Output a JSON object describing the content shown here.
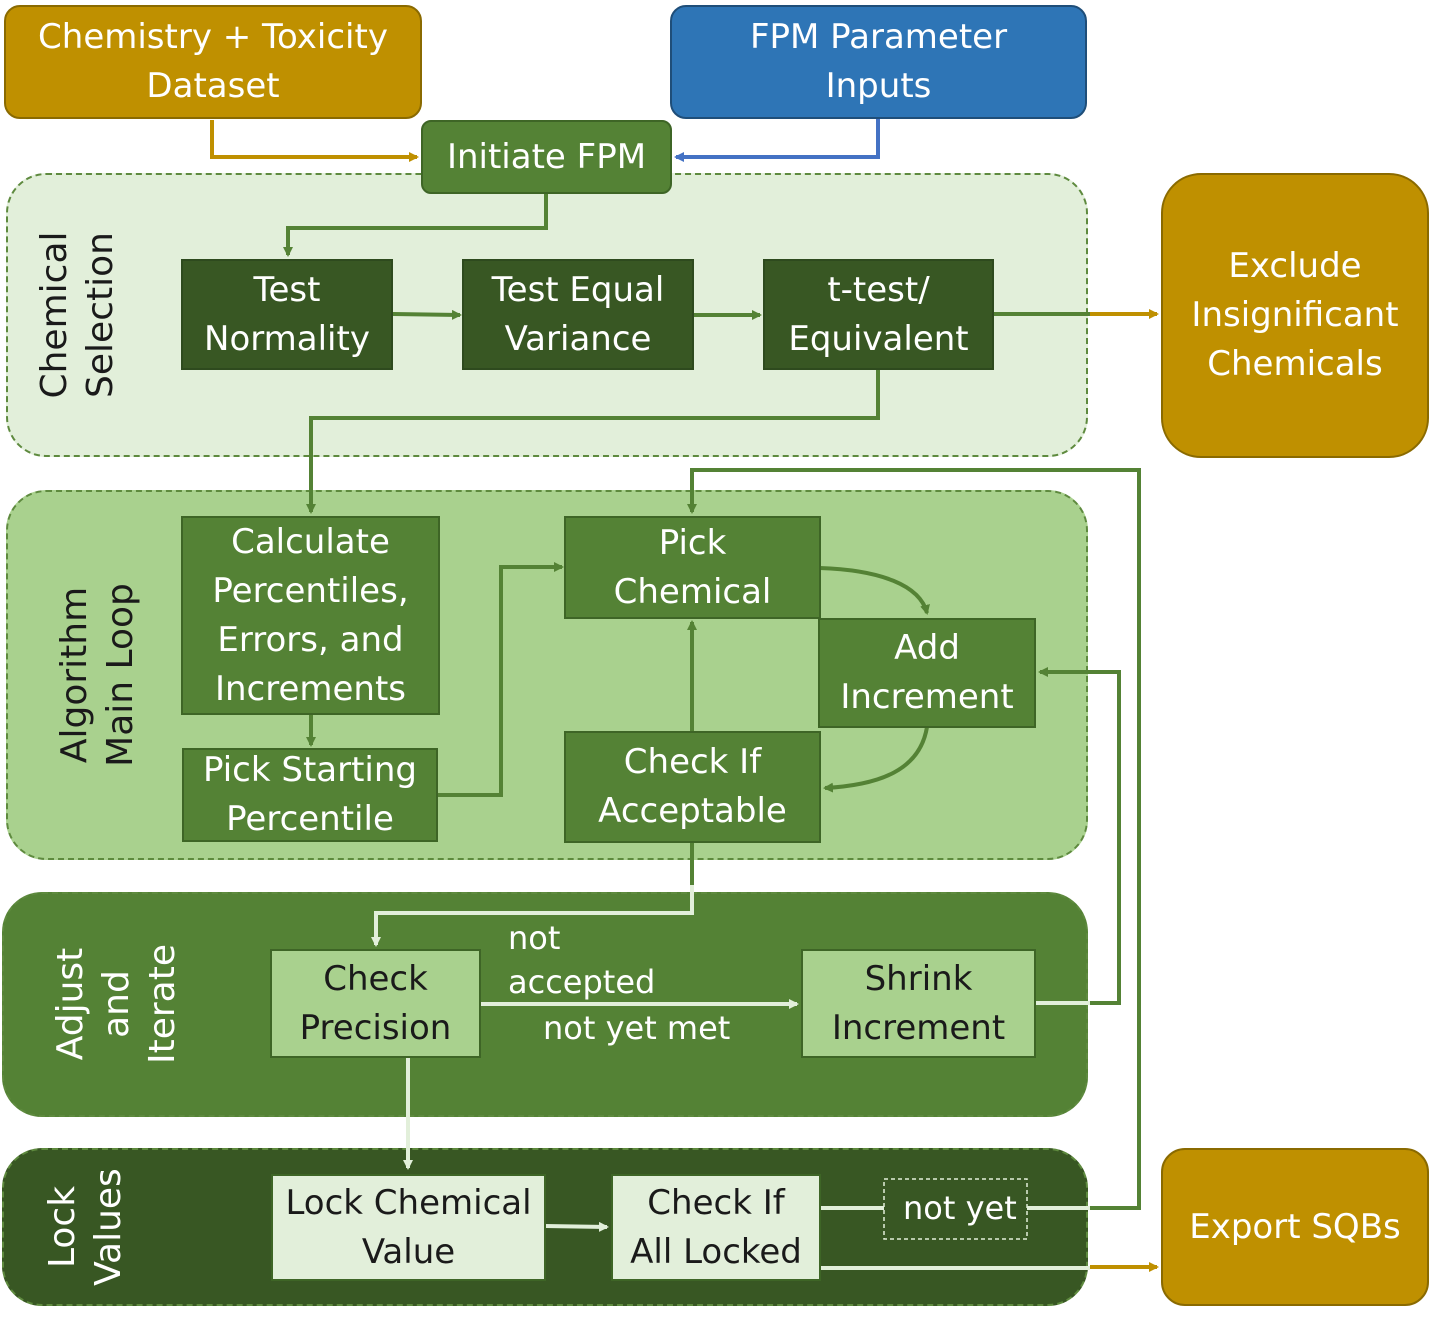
{
  "inputs": {
    "dataset": "Chemistry + Toxicity\nDataset",
    "parameters": "FPM Parameter\nInputs",
    "initiate": "Initiate FPM"
  },
  "panels": {
    "selection": "Chemical\nSelection",
    "main_loop": "Algorithm\nMain Loop",
    "adjust": "Adjust\nand\nIterate",
    "lock": "Lock\nValues"
  },
  "steps": {
    "test_normality": "Test\nNormality",
    "test_equal_variance": "Test Equal\nVariance",
    "t_test": "t-test/\nEquivalent",
    "calculate": "Calculate\nPercentiles,\nErrors, and\nIncrements",
    "pick_start": "Pick Starting\nPercentile",
    "pick_chemical": "Pick\nChemical",
    "add_increment": "Add\nIncrement",
    "check_acceptable": "Check If\nAcceptable",
    "check_precision": "Check\nPrecision",
    "shrink_increment": "Shrink\nIncrement",
    "lock_chemical": "Lock Chemical\nValue",
    "check_all_locked": "Check If\nAll Locked"
  },
  "outputs": {
    "exclude": "Exclude\nInsignificant\nChemicals",
    "export": "Export SQBs"
  },
  "edge_labels": {
    "not_accepted": "not\naccepted",
    "not_yet_met": "not yet met",
    "not_yet": "not yet"
  },
  "colors": {
    "gold": "#bf9000",
    "blue": "#2e75b6",
    "dark_green": "#385723",
    "mid_green": "#548235",
    "light_green": "#a9d18e",
    "pale_green": "#e2efda"
  }
}
